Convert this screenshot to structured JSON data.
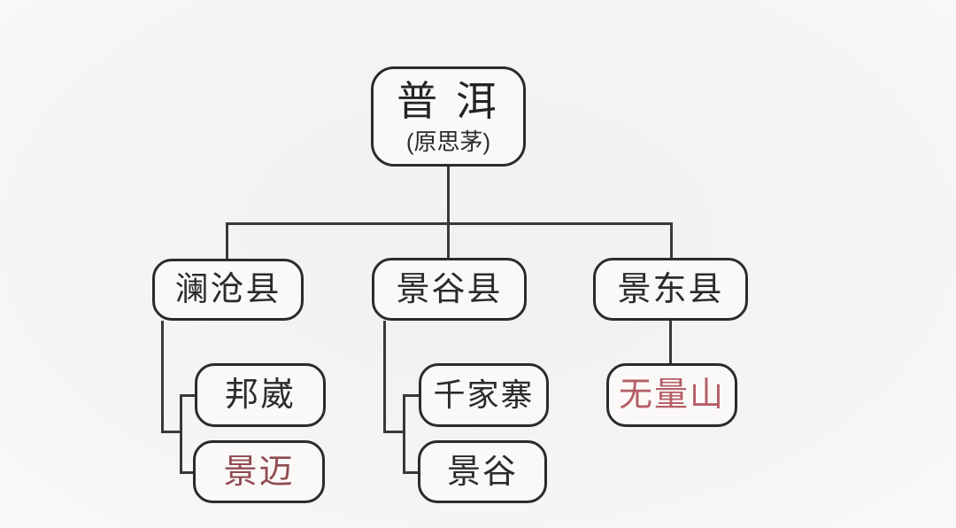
{
  "diagram": {
    "type": "tree",
    "root": {
      "label": "普 洱",
      "subtitle": "(原思茅)"
    },
    "branches": [
      {
        "label": "澜沧县",
        "children": [
          {
            "label": "邦崴",
            "highlight": false,
            "color": "#2d2b2a"
          },
          {
            "label": "景迈",
            "highlight": true,
            "color": "#8f4b51"
          }
        ]
      },
      {
        "label": "景谷县",
        "children": [
          {
            "label": "千家寨",
            "highlight": false,
            "color": "#2d2b2a"
          },
          {
            "label": "景谷",
            "highlight": false,
            "color": "#2d2b2a"
          }
        ]
      },
      {
        "label": "景东县",
        "children": [
          {
            "label": "无量山",
            "highlight": true,
            "color": "#b55e67"
          }
        ]
      }
    ],
    "colors": {
      "background": "#f5f3f1",
      "box_border": "#2d2b2a",
      "box_fill": "#fbf9f7",
      "connector_line": "#3b3938",
      "text_default": "#2d2b2a",
      "highlight_maroon": "#8f4b51",
      "highlight_red": "#b55e67"
    }
  }
}
